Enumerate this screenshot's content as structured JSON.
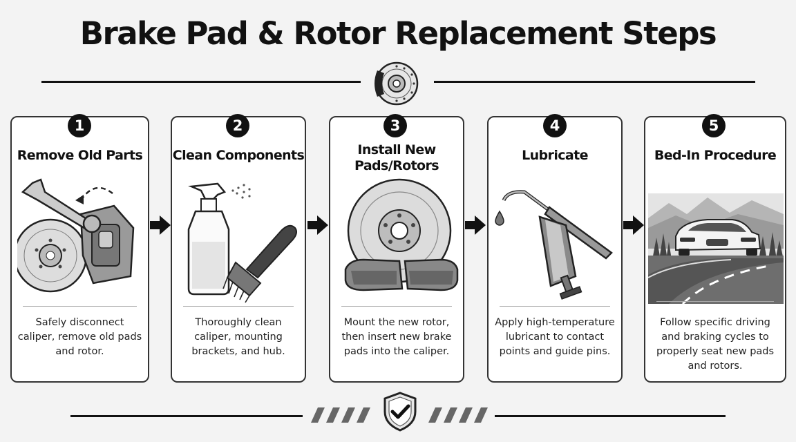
{
  "title": "Brake Pad & Rotor Replacement Steps",
  "steps": [
    {
      "number": "1",
      "title": "Remove Old Parts",
      "description": "Safely disconnect caliper, remove old pads and rotor.",
      "icon": "wrench-caliper-icon"
    },
    {
      "number": "2",
      "title": "Clean Components",
      "description": "Thoroughly clean caliper, mounting brackets, and hub.",
      "icon": "spray-bottle-brush-icon"
    },
    {
      "number": "3",
      "title": "Install New Pads/Rotors",
      "description": "Mount the new rotor, then insert new brake pads into the caliper.",
      "icon": "rotor-pads-icon"
    },
    {
      "number": "4",
      "title": "Lubricate",
      "description": "Apply high-temperature lubricant to contact points and guide pins.",
      "icon": "grease-gun-icon"
    },
    {
      "number": "5",
      "title": "Bed-In Procedure",
      "description": "Follow specific driving and braking cycles to properly seat new pads and rotors.",
      "icon": "car-road-icon"
    }
  ],
  "top_emblem": "brake-disc-icon",
  "bottom_emblem": "shield-check-icon"
}
